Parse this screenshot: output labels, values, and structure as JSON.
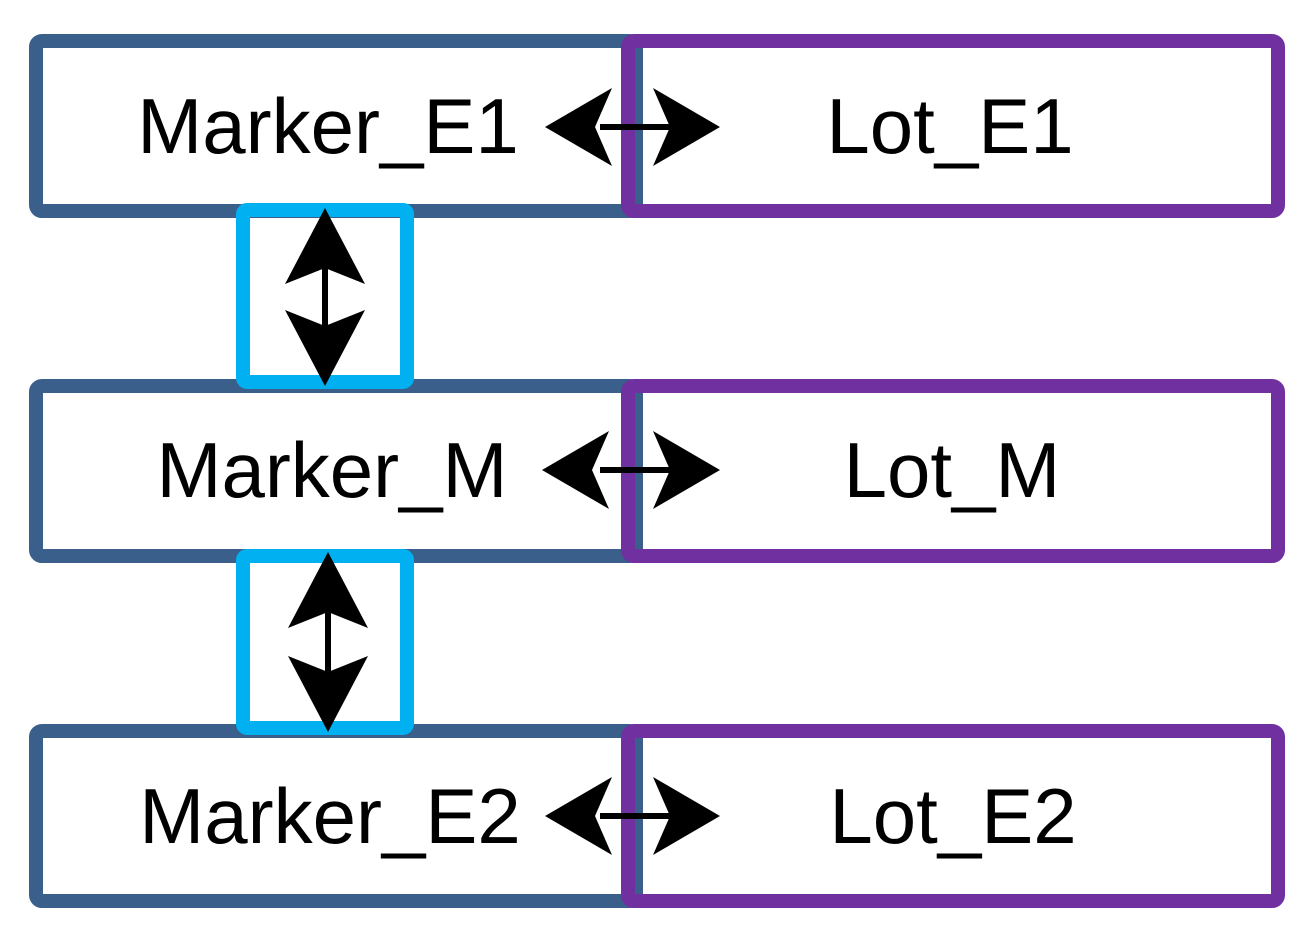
{
  "colors": {
    "marker_border": "#3A5F8A",
    "lot_border": "#7030A0",
    "link_border": "#00B0F0",
    "arrow": "#000000",
    "background": "#FFFFFF"
  },
  "rows": [
    {
      "marker": "Marker_E1",
      "lot": "Lot_E1"
    },
    {
      "marker": "Marker_M",
      "lot": "Lot_M"
    },
    {
      "marker": "Marker_E2",
      "lot": "Lot_E2"
    }
  ],
  "arrow_style": "double-headed",
  "connections": [
    {
      "from": "Marker_E1",
      "to": "Lot_E1",
      "direction": "bidirectional"
    },
    {
      "from": "Marker_M",
      "to": "Lot_M",
      "direction": "bidirectional"
    },
    {
      "from": "Marker_E2",
      "to": "Lot_E2",
      "direction": "bidirectional"
    },
    {
      "from": "Marker_E1",
      "to": "Marker_M",
      "direction": "bidirectional"
    },
    {
      "from": "Marker_M",
      "to": "Marker_E2",
      "direction": "bidirectional"
    }
  ]
}
